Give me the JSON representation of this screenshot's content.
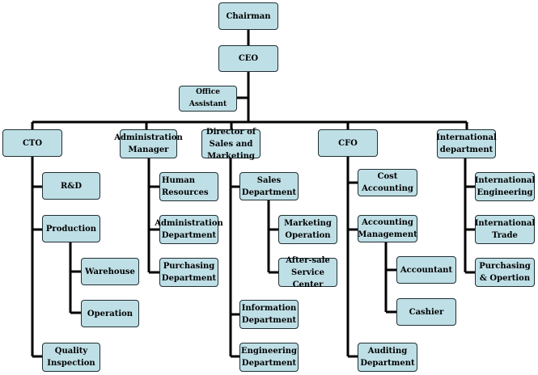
{
  "nodes": {
    "chairman": "Chairman",
    "ceo": "CEO",
    "office_assistant": "Office Assistant",
    "cto": "CTO",
    "administration_manager": "Administration Manager",
    "director_sales_marketing": "Director of Sales and Marketing",
    "cfo": "CFO",
    "international_department": "International department",
    "rd": "R&D",
    "production": "Production",
    "warehouse": "Warehouse",
    "operation": "Operation",
    "quality_inspection": "Quality Inspection",
    "human_resources": "Human Resources",
    "administration_department": "Administration Department",
    "purchasing_department": "Purchasing Department",
    "sales_department": "Sales Department",
    "marketing_operation": "Marketing Operation",
    "after_sale_service_center": "After-sale Service Center",
    "information_department": "Information Department",
    "engineering_department": "Engineering Department",
    "cost_accounting": "Cost Accounting",
    "accounting_management": "Accounting Management",
    "accountant": "Accountant",
    "cashier": "Cashier",
    "auditing_department": "Auditing Department",
    "international_engineering": "International Engineering",
    "international_trade": "International Trade",
    "purchasing_operation": "Purchasing & Opertion"
  },
  "colors": {
    "box_fill": "#bfdfe6",
    "box_border": "#1f2f33",
    "connector": "#000000"
  }
}
